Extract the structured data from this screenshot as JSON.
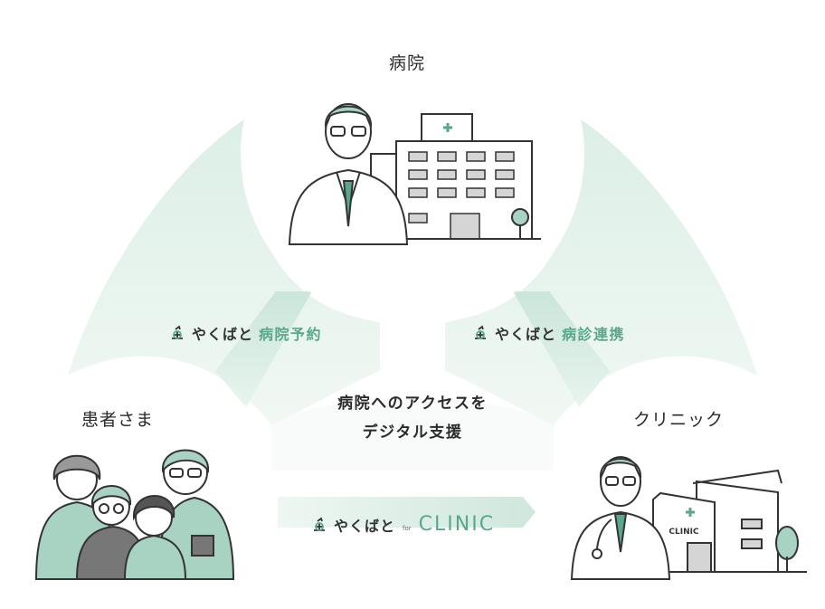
{
  "nodes": {
    "hospital": "病院",
    "patient": "患者さま",
    "clinic": "クリニック"
  },
  "center": {
    "line1": "病院へのアクセスを",
    "line2": "デジタル支援"
  },
  "services": {
    "brand": "やくばと",
    "reservation": "病院予約",
    "cooperation": "病診連携",
    "for_label": "for",
    "clinic_label": "CLINIC"
  },
  "illustration": {
    "clinic_sign": "CLINIC"
  },
  "colors": {
    "accent": "#5aa78c",
    "accent_light": "#a8d2c2",
    "fan": "#e3f1ea",
    "line": "#333333"
  }
}
